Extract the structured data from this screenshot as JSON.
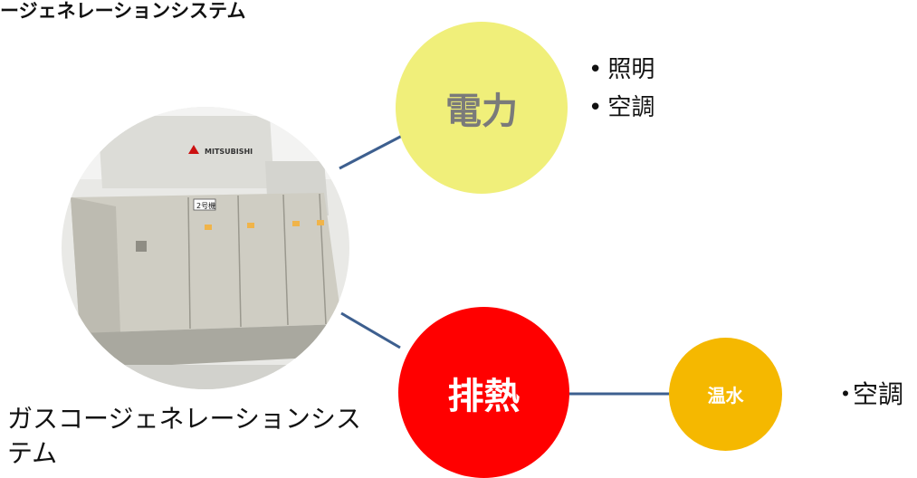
{
  "title": "ージェネレーションシステム",
  "photo": {
    "caption": "ガスコージェネレーションシステム",
    "plate_text": "2号機",
    "brand_text": "MITSUBISHI"
  },
  "nodes": {
    "power": {
      "label": "電力",
      "color": "#f0ef7a",
      "text_color": "#7a7a7a"
    },
    "waste_heat": {
      "label": "排熱",
      "color": "#ff0000",
      "text_color": "#ffffff"
    },
    "hot_water": {
      "label": "温水",
      "color": "#f5b800",
      "text_color": "#ffffff"
    }
  },
  "power_uses": [
    "照明",
    "空調"
  ],
  "hot_water_uses": [
    "空調"
  ],
  "colors": {
    "connector": "#3d5f8f"
  }
}
